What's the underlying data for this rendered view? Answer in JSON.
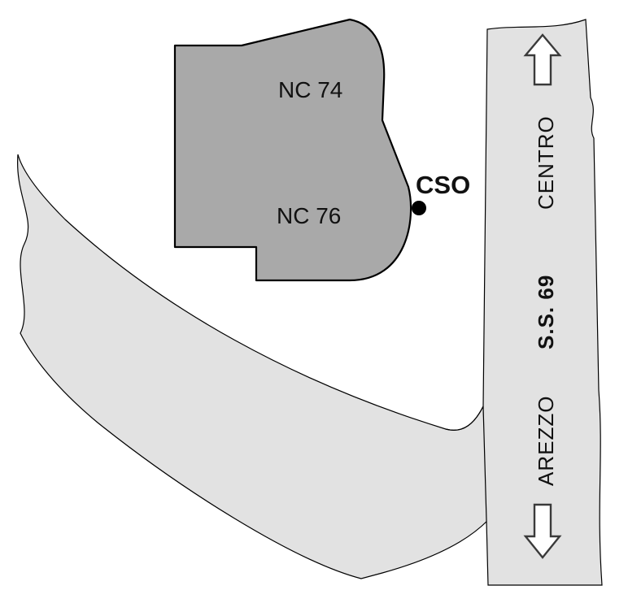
{
  "map": {
    "buildings": [
      {
        "id": "nc74",
        "label": "NC 74"
      },
      {
        "id": "nc76",
        "label": "NC 76"
      }
    ],
    "marker": {
      "label": "CSO"
    },
    "road_labels": {
      "road_name": "S.S. 69",
      "direction_north": "CENTRO",
      "direction_south": "AREZZO"
    },
    "colors": {
      "road_fill": "#e2e2e2",
      "building_fill": "#a9a9a9",
      "outline": "#000000"
    },
    "icons": [
      "arrow-up-icon",
      "arrow-down-icon",
      "marker-dot-icon"
    ]
  }
}
